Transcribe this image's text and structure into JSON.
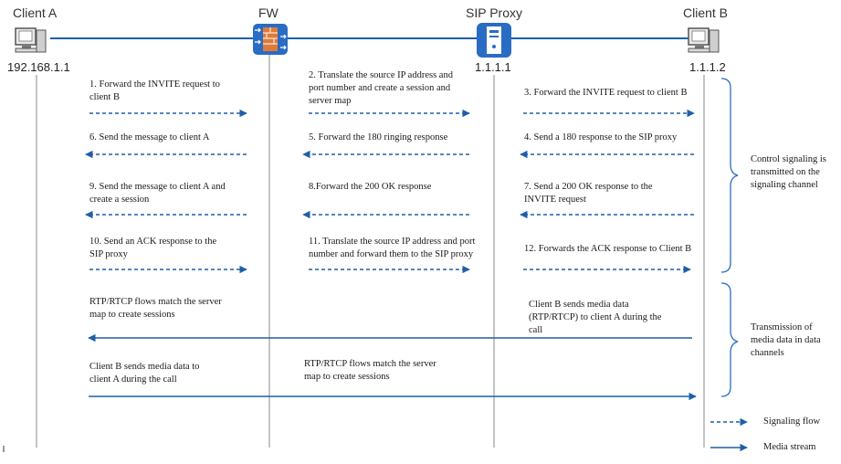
{
  "colors": {
    "line": "#1f5fa8",
    "lifeline": "#8a8a8a",
    "device": "#2a6cc4",
    "bracket": "#2a6cc4"
  },
  "entities": [
    {
      "name": "Client A",
      "address": "192.168.1.1",
      "icon": "pc-icon"
    },
    {
      "name": "FW",
      "address": "",
      "icon": "firewall-icon"
    },
    {
      "name": "SIP Proxy",
      "address": "1.1.1.1",
      "icon": "server-icon"
    },
    {
      "name": "Client B",
      "address": "1.1.1.2",
      "icon": "pc-icon"
    }
  ],
  "messages": {
    "m1": "1. Forward the INVITE request to\nclient B",
    "m2": "2. Translate the source IP address and\nport number and create a session and\nserver map",
    "m3": "3. Forward the INVITE request to client B",
    "m4": "4. Send a 180 response to the SIP proxy",
    "m5": "5. Forward the 180 ringing response",
    "m6": "6. Send the message to client A",
    "m7": "7. Send a 200 OK response to the\nINVITE request",
    "m8": "8.Forward the 200 OK response",
    "m9": "9. Send the message to client A and\ncreate a session",
    "m10": "10. Send an ACK response to the\nSIP proxy",
    "m11": "11. Translate the source IP address and port\nnumber and forward them to the SIP proxy",
    "m12": "12. Forwards the ACK response to Client B"
  },
  "media": {
    "left_top": "RTP/RTCP flows match the server\nmap to create sessions",
    "right_top": "Client B sends media data\n(RTP/RTCP) to client A during the\ncall",
    "left_bottom": "Client B sends media data to\nclient A during the call",
    "mid_bottom": "RTP/RTCP flows match the server\nmap to create sessions"
  },
  "brackets": {
    "control": "Control signaling is\ntransmitted on the\nsignaling channel",
    "media": "Transmission of\nmedia data in data\nchannels"
  },
  "legend": {
    "signaling": "Signaling flow",
    "media": "Media stream"
  }
}
